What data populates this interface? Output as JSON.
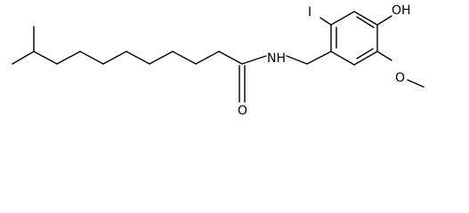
{
  "molecule": {
    "atom_labels": {
      "iodine": "I",
      "hydroxyl": "OH",
      "nitrogen": "NH",
      "carbonyl_oxygen": "O",
      "ether_oxygen": "O"
    }
  },
  "colors": {
    "bond": "#000000",
    "text": "#000000",
    "background": "#ffffff"
  }
}
